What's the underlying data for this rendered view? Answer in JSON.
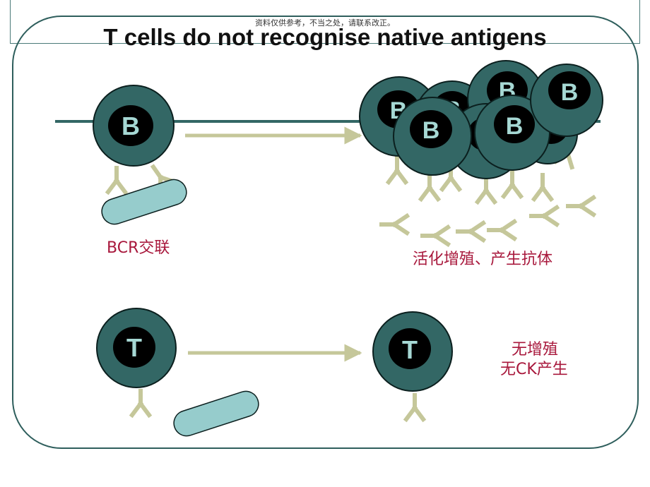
{
  "header": {
    "notice": "资料仅供参考，不当之处，请联系改正。"
  },
  "slide": {
    "title": "T cells do not recognise native antigens",
    "cells": {
      "b_label": "B",
      "t_label": "T"
    },
    "captions": {
      "bcr": "BCR交联",
      "activation": "活化增殖、产生抗体",
      "no_proliferation": "无增殖",
      "no_ck": "无CK产生"
    }
  },
  "colors": {
    "cell_fill": "#336765",
    "cell_outline": "#0b1f1e",
    "nucleus": "#000000",
    "label": "#a6d8d4",
    "receptor": "#c5c79a",
    "antigen": "#96cccc",
    "arrow": "#c5c79a",
    "membrane_line": "#336765",
    "caption": "#a8183c"
  }
}
